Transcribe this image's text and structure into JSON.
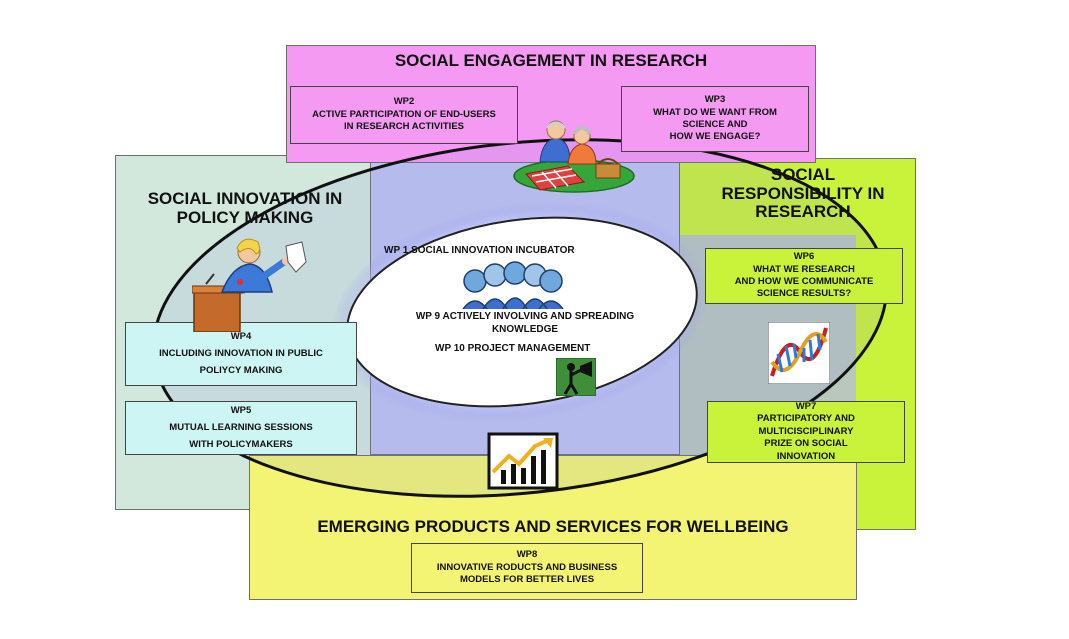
{
  "top": {
    "heading": "SOCIAL ENGAGEMENT IN RESEARCH"
  },
  "left": {
    "heading_line1": "SOCIAL INNOVATION IN",
    "heading_line2": "POLICY MAKING"
  },
  "right": {
    "heading_line1": "SOCIAL",
    "heading_line2": "RESPONSIBILITY IN",
    "heading_line3": "RESEARCH"
  },
  "bottom": {
    "heading": "EMERGING PRODUCTS AND SERVICES FOR WELLBEING"
  },
  "work_packages": {
    "wp2": {
      "id": "WP2",
      "line1": "ACTIVE PARTICIPATION OF END-USERS",
      "line2": "IN RESEARCH ACTIVITIES"
    },
    "wp3": {
      "id": "WP3",
      "line1": "WHAT DO WE WANT FROM",
      "line2": "SCIENCE AND",
      "line3": "HOW WE ENGAGE?"
    },
    "wp4": {
      "id": "WP4",
      "line1": "INCLUDING INNOVATION IN PUBLIC",
      "line2": "POLIYCY MAKING"
    },
    "wp5": {
      "id": "WP5",
      "line1": "MUTUAL LEARNING SESSIONS",
      "line2": "WITH POLICYMAKERS"
    },
    "wp6": {
      "id": "WP6",
      "line1": "WHAT WE RESEARCH",
      "line2": "AND HOW WE COMMUNICATE",
      "line3": "SCIENCE RESULTS?"
    },
    "wp7": {
      "id": "WP7",
      "line1": "PARTICIPATORY AND",
      "line2": "MULTICISCIPLINARY",
      "line3": "PRIZE ON SOCIAL",
      "line4": "INNOVATION"
    },
    "wp8": {
      "id": "WP8",
      "line1": "INNOVATIVE RODUCTS AND BUSINESS",
      "line2": "MODELS FOR BETTER LIVES"
    }
  },
  "center": {
    "wp1": "WP 1 SOCIAL INNOVATION INCUBATOR",
    "wp9_line1": "WP 9 ACTIVELY INVOLVING AND SPREADING",
    "wp9_line2": "KNOWLEDGE",
    "wp10": "WP 10 PROJECT MANAGEMENT"
  },
  "colors": {
    "engagement": "#f49af2",
    "innovation_policy": "#d2e8dc",
    "responsibility": "#c9f23a",
    "wellbeing": "#f3f474",
    "core": "#bfc3ef"
  },
  "icons": [
    "speaker-clipart",
    "elderly-couple-picnic-clipart",
    "team-faces-clipart",
    "megaphone-man-clipart",
    "dna-helix-clipart",
    "growth-chart-clipart"
  ]
}
